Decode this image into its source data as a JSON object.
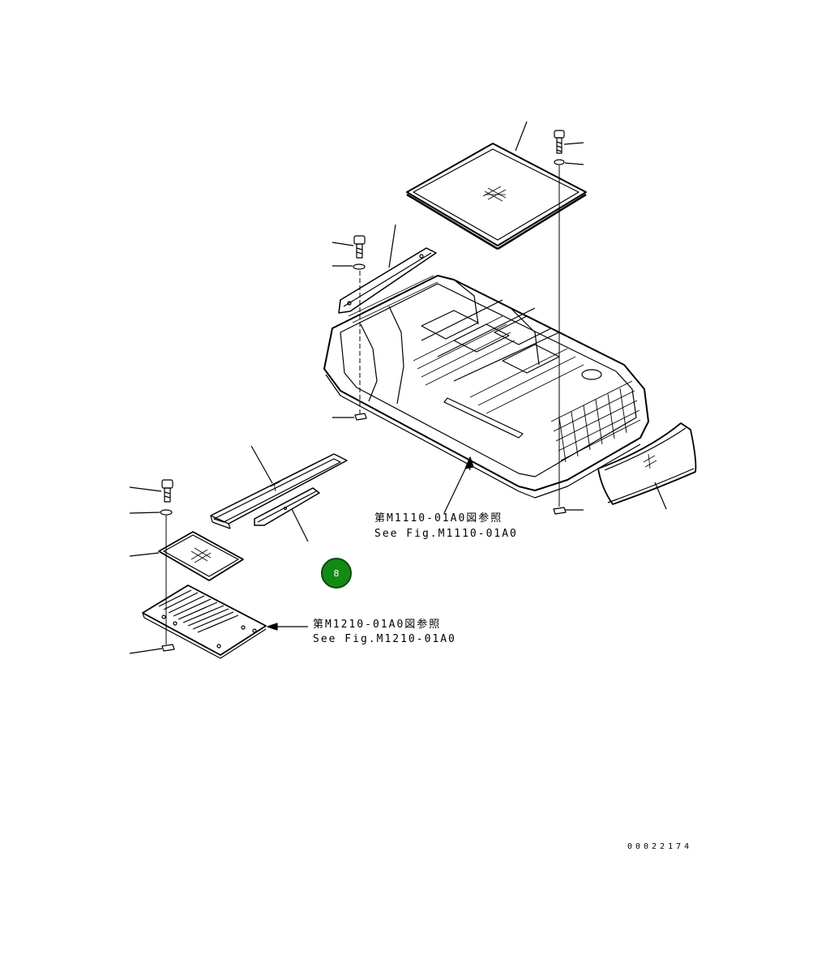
{
  "references": {
    "ref1_line1": "第M1110-01A0図参照",
    "ref1_line2": "See Fig.M1110-01A0",
    "ref2_line1": "第M1210-01A0図参照",
    "ref2_line2": "See Fig.M1210-01A0"
  },
  "badge_label": "8",
  "document_number": "00022174",
  "colors": {
    "line": "#000000",
    "badge": "#138a14"
  }
}
